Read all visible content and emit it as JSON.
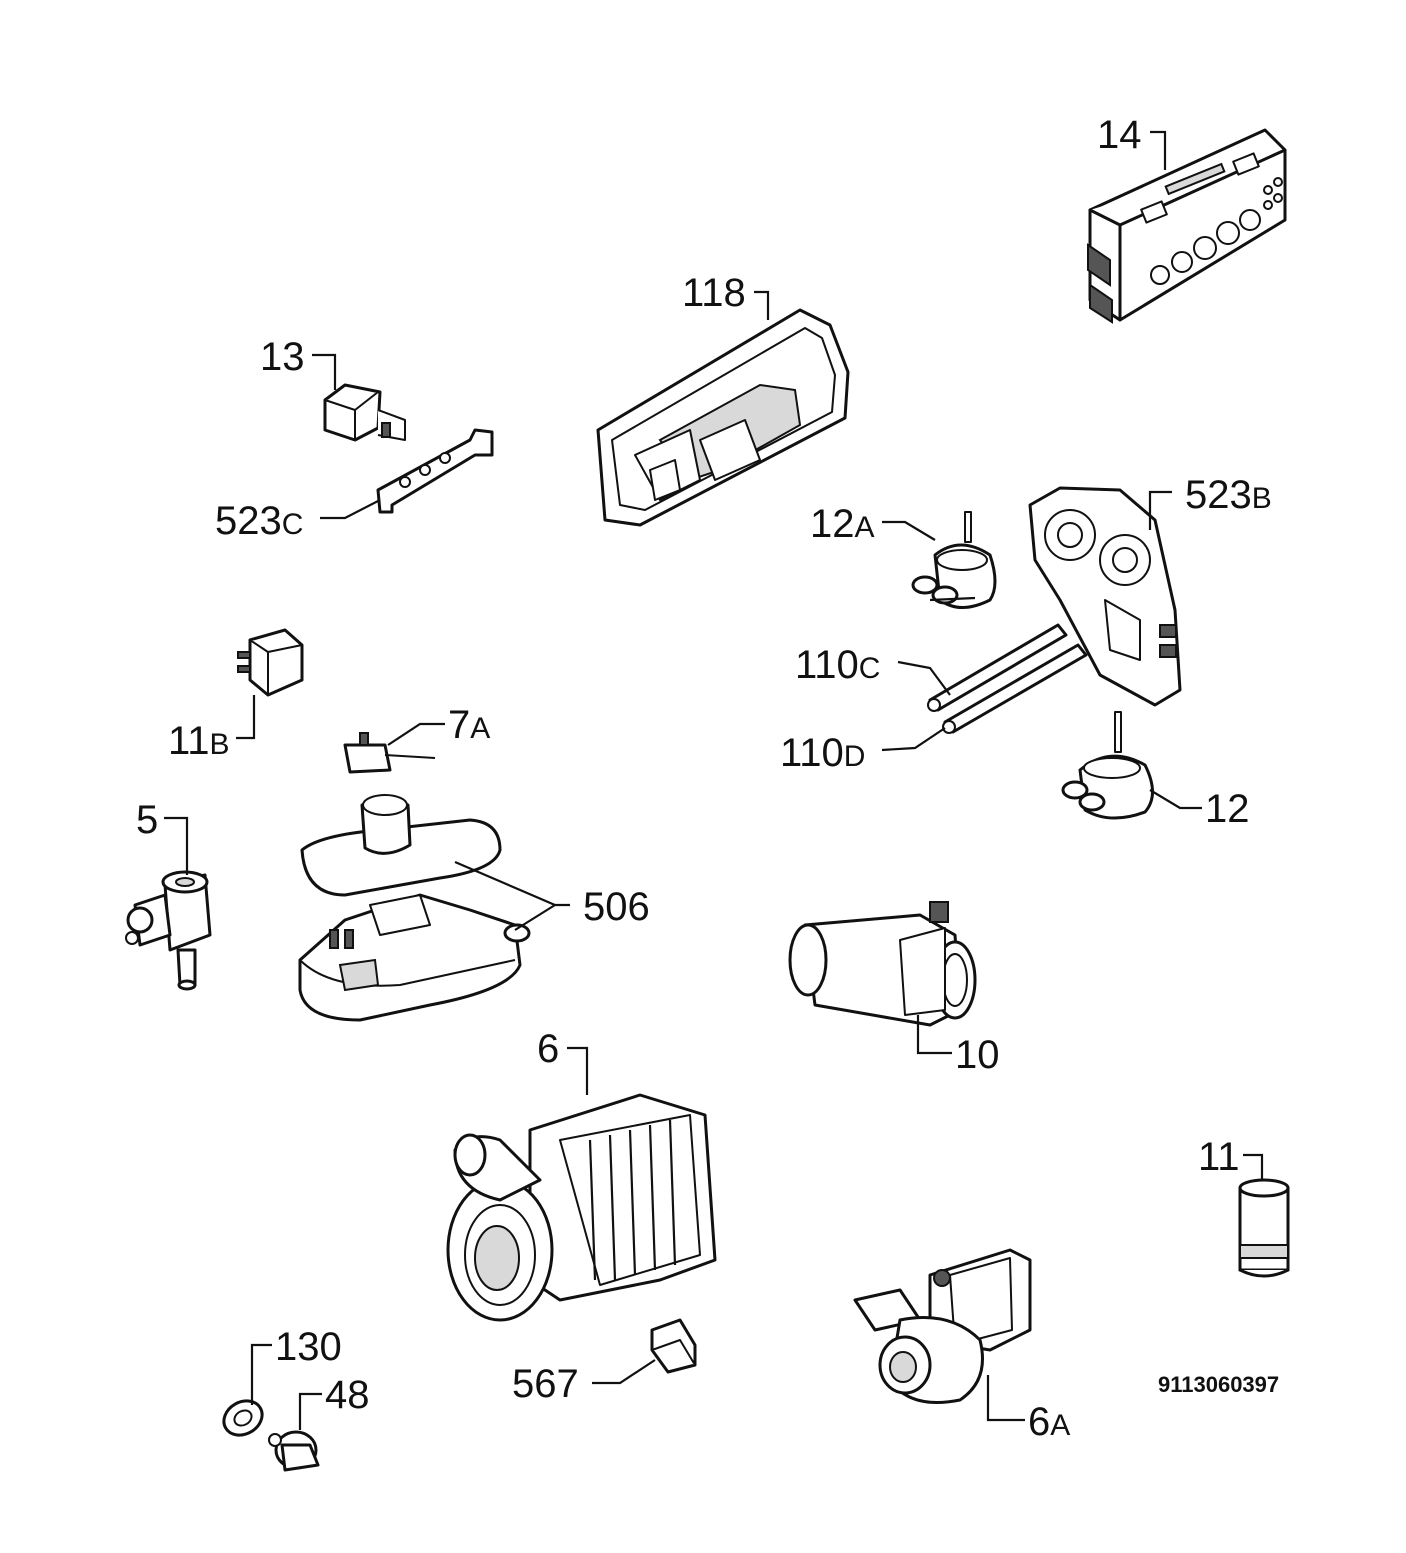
{
  "drawing_number": "9113060397",
  "callouts": {
    "p14": {
      "num": "14",
      "suffix": ""
    },
    "p118": {
      "num": "118",
      "suffix": ""
    },
    "p13": {
      "num": "13",
      "suffix": ""
    },
    "p523c": {
      "num": "523",
      "suffix": "C"
    },
    "p523b": {
      "num": "523",
      "suffix": "B"
    },
    "p12a": {
      "num": "12",
      "suffix": "A"
    },
    "p110c": {
      "num": "110",
      "suffix": "C"
    },
    "p110d": {
      "num": "110",
      "suffix": "D"
    },
    "p12": {
      "num": "12",
      "suffix": ""
    },
    "p11b": {
      "num": "11",
      "suffix": "B"
    },
    "p7a": {
      "num": "7",
      "suffix": "A"
    },
    "p5": {
      "num": "5",
      "suffix": ""
    },
    "p506": {
      "num": "506",
      "suffix": ""
    },
    "p10": {
      "num": "10",
      "suffix": ""
    },
    "p6": {
      "num": "6",
      "suffix": ""
    },
    "p11": {
      "num": "11",
      "suffix": ""
    },
    "p130": {
      "num": "130",
      "suffix": ""
    },
    "p48": {
      "num": "48",
      "suffix": ""
    },
    "p567": {
      "num": "567",
      "suffix": ""
    },
    "p6a": {
      "num": "6",
      "suffix": "A"
    }
  }
}
